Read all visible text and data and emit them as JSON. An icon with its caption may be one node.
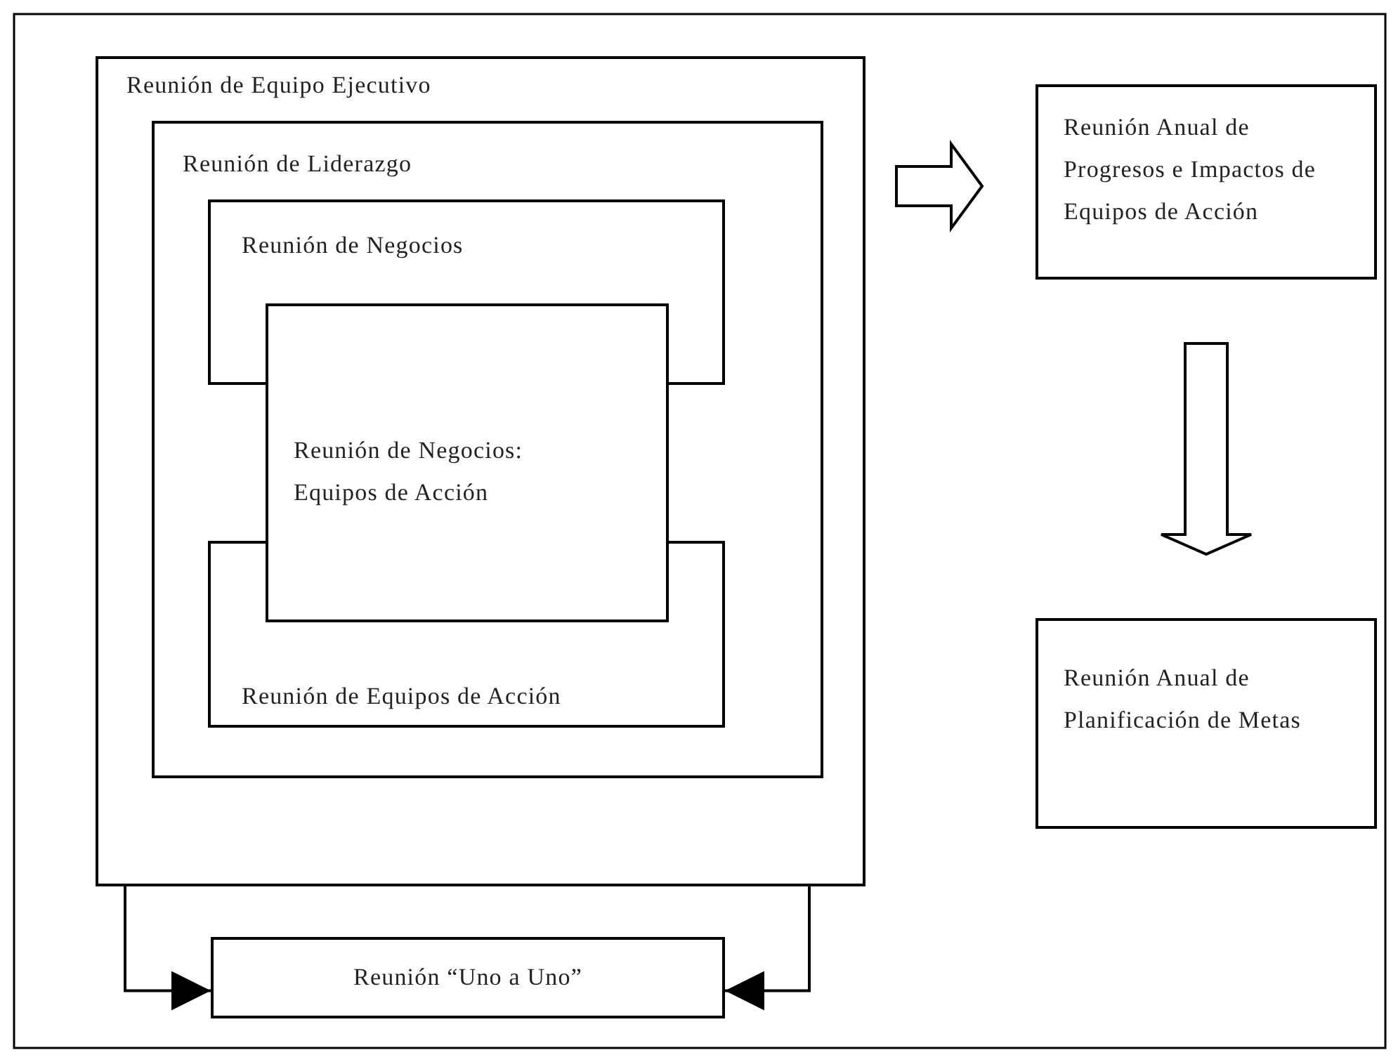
{
  "diagram": {
    "nodes": [
      {
        "text": [
          "Reunión de Equipo Ejecutivo"
        ]
      },
      {
        "text": [
          "Reunión de Liderazgo"
        ],
        "in": 0
      },
      {
        "text": [
          "Reunión de Negocios"
        ],
        "in": 1
      },
      {
        "text": [
          "Reunión de Equipos de Acción"
        ],
        "in": 1
      },
      {
        "text": [
          "Reunión de Negocios: Equipos de Acción"
        ],
        "in": 1
      },
      {
        "text": [
          "Reunión Anual de Progresos e Impactos de Equipos de Acción"
        ]
      },
      {
        "text": [
          "Reunión Anual de Planificación de Metas"
        ]
      },
      {
        "text": [
          "Reunión “Uno a Uno”"
        ]
      }
    ],
    "edges": [
      {
        "from": 0,
        "to": 5,
        "arrow": "to"
      },
      {
        "from": 5,
        "to": 6,
        "arrow": "to"
      },
      {
        "from": 0,
        "to": 7,
        "arrow": "to"
      },
      {
        "from": 0,
        "to": 7,
        "arrow": "to"
      }
    ]
  }
}
